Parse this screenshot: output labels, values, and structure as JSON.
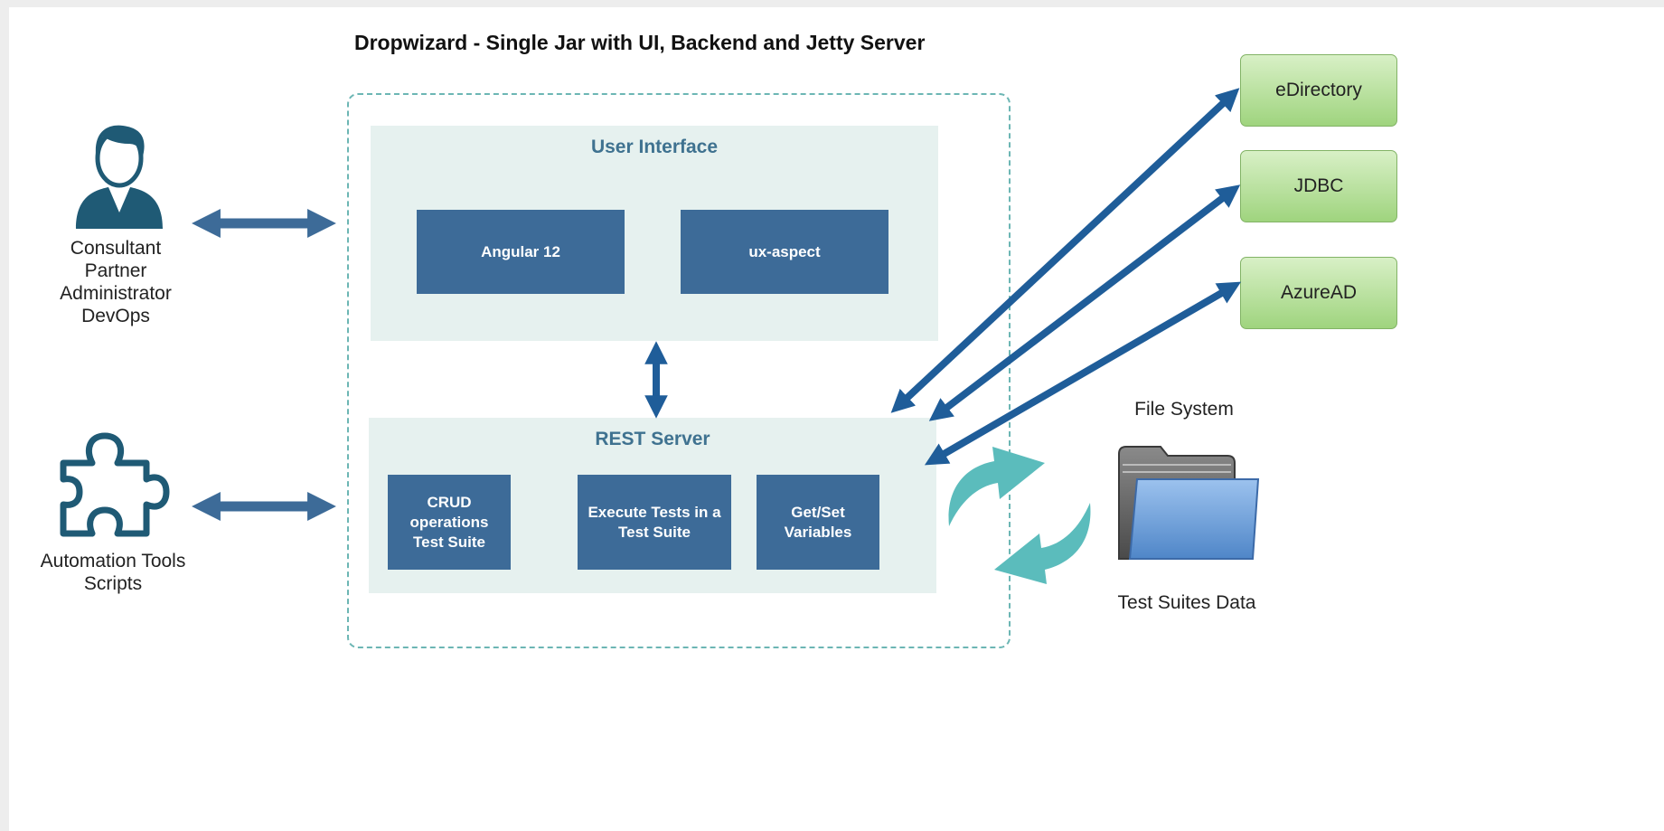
{
  "title": "Dropwizard - Single Jar with UI, Backend and Jetty Server",
  "actors": {
    "users": {
      "label": "Consultant\nPartner\nAdministrator\nDevOps",
      "icon": "person-icon"
    },
    "automation": {
      "label": "Automation Tools\nScripts",
      "icon": "puzzle-piece-icon"
    }
  },
  "ui_panel": {
    "title": "User Interface",
    "boxes": [
      "Angular 12",
      "ux-aspect"
    ]
  },
  "rest_panel": {
    "title": "REST Server",
    "boxes": [
      "CRUD operations\nTest Suite",
      "Execute Tests in a\nTest Suite",
      "Get/Set Variables"
    ]
  },
  "external_systems": [
    "eDirectory",
    "JDBC",
    "AzureAD"
  ],
  "file_system": {
    "title": "File System",
    "caption": "Test Suites Data",
    "icon": "folder-icon"
  },
  "colors": {
    "box": "#3d6b98",
    "panel": "#e6f1ef",
    "arrow": "#3d6b98",
    "ext_arrow": "#1f5d99",
    "sync_arrow": "#5bbcbc",
    "ext_box": "#9fd47e",
    "dashed_border": "#6cb6b4",
    "icon": "#1f5a75"
  }
}
